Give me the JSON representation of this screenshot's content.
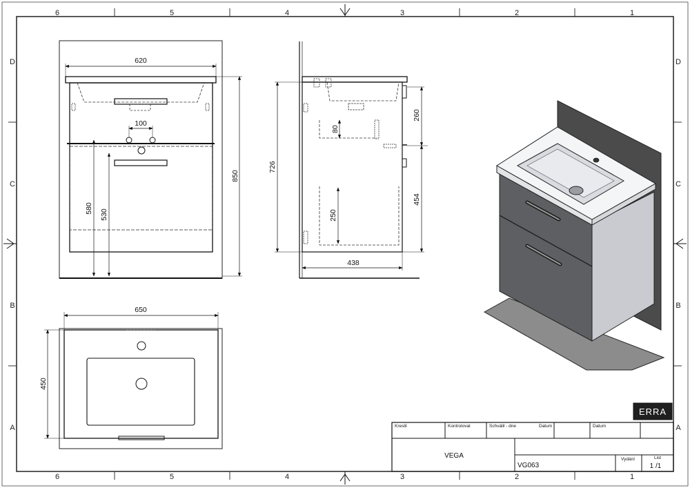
{
  "frame": {
    "columns_top": [
      "6",
      "5",
      "4",
      "3",
      "2",
      "1"
    ],
    "columns_bottom": [
      "6",
      "5",
      "4",
      "3",
      "2",
      "1"
    ],
    "rows_left": [
      "D",
      "C",
      "B",
      "A"
    ],
    "rows_right": [
      "D",
      "C",
      "B",
      "A"
    ]
  },
  "front_view": {
    "width": "620",
    "height": "850",
    "tap_spacing": "100",
    "drain_height": "580",
    "handle_height": "530"
  },
  "side_view": {
    "depth": "438",
    "body_height": "726",
    "upper_drawer": "260",
    "upper_inner": "80",
    "lower_drawer": "454",
    "lower_inner": "250"
  },
  "top_view": {
    "width": "650",
    "depth": "450"
  },
  "logo": {
    "text": "ERRA"
  },
  "title_block": {
    "kreslil": "Kreslil",
    "kontroloval": "Kontroloval",
    "schvalil": "Schválil - dne",
    "datum1": "Datum",
    "datum2": "Datum",
    "name": "VEGA",
    "code": "VG063",
    "vydani": "Vydání",
    "list_label": "List",
    "list_value": "1 /1"
  }
}
